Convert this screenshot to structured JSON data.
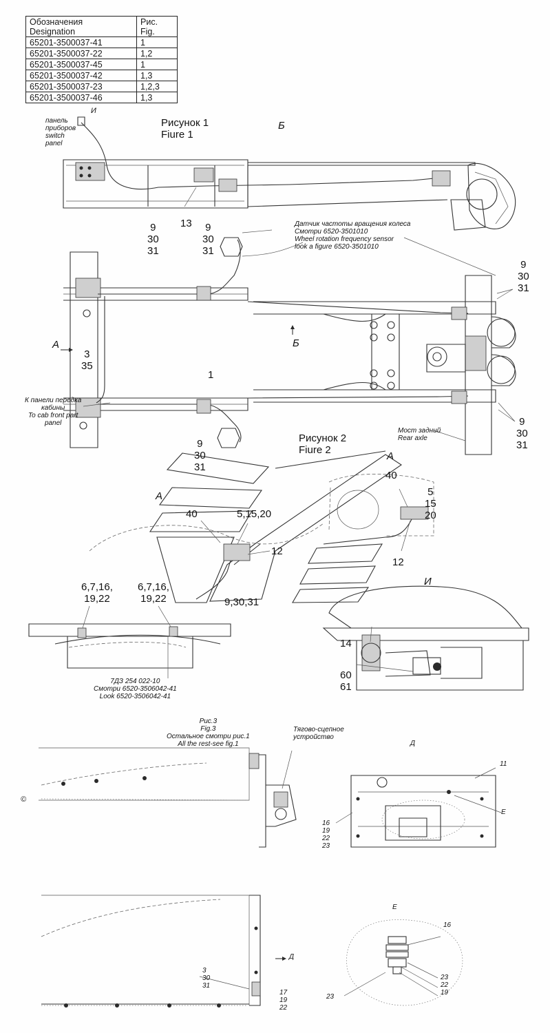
{
  "table": {
    "header": {
      "designation": "Обозначения\nDesignation",
      "fig": "Рис. Fig."
    },
    "rows": [
      {
        "designation": "65201-3500037-41",
        "fig": "1"
      },
      {
        "designation": "65201-3500037-22",
        "fig": "1,2"
      },
      {
        "designation": "65201-3500037-45",
        "fig": "1"
      },
      {
        "designation": "65201-3500037-42",
        "fig": "1,3"
      },
      {
        "designation": "65201-3500037-23",
        "fig": "1,2,3"
      },
      {
        "designation": "65201-3500037-46",
        "fig": "1,3"
      }
    ]
  },
  "labels": {
    "fig1_title": "Рисунок 1\nFiure 1",
    "view_b_top": "Б",
    "view_i_arrow": "И",
    "switch_panel": "панель\nприборов\nswitch\npanel",
    "pos_13": "13",
    "pos_9_30_31_a": "9\n30\n31",
    "pos_9_30_31_b": "9\n30\n31",
    "pos_9_30_31_c": "9\n30\n31",
    "pos_9_30_31_d": "9\n30\n31",
    "pos_9_30_31_e": "9\n30\n31",
    "sensor_note": "Датчик частоты вращения колеса\nСмотри 6520-3501010\nWheel rotation frequency sensor\nlook a figure 6520-3501010",
    "view_a_left": "А",
    "view_b_mid": "Б",
    "pos_3_35": "3\n35",
    "pos_1": "1",
    "cab_panel": "К панели передка\nкабины\nTo cab front part\npanel",
    "rear_axle": "Мост задний\nRear axle",
    "fig2_title": "Рисунок 2\nFiure 2",
    "view_a_fig2": "А",
    "view_a_fig2_right": "А",
    "pos_40_left": "40",
    "pos_40_right": "40",
    "pos_5_15_20_left": "5,15,20",
    "pos_5_15_20_right": "5\n15\n20",
    "pos_12_left": "12",
    "pos_12_right": "12",
    "pos_9_30_31_line": "9,30,31",
    "view_i": "И",
    "pos_6_7_16_a": "6,7,16,\n19,22",
    "pos_6_7_16_b": "6,7,16,\n19,22",
    "pos_14": "14",
    "pos_60_61": "60\n61",
    "ref_7dz": "7ДЗ 254 022-10\nСмотри 6520-3506042-41\nLook 6520-3506042-41",
    "fig3_title": "Рис.3\nFig.3\nОстальное смотри рис.1\nAll the rest-see fig.1",
    "coupling": "Тягово-сцепное\nустройство",
    "view_d": "Д",
    "pos_11": "11",
    "view_e_label": "Е",
    "pos_16_19_22_23": "16\n19\n22\n23",
    "view_d_arrow": "Д",
    "pos_3_30_31": "3\n30\n31",
    "pos_17_19_22": "17\n19\n22",
    "view_e_title": "Е",
    "pos_16_e": "16",
    "pos_23_22_19": "23\n22\n19",
    "pos_23_left": "23",
    "scan_mark": "©"
  }
}
